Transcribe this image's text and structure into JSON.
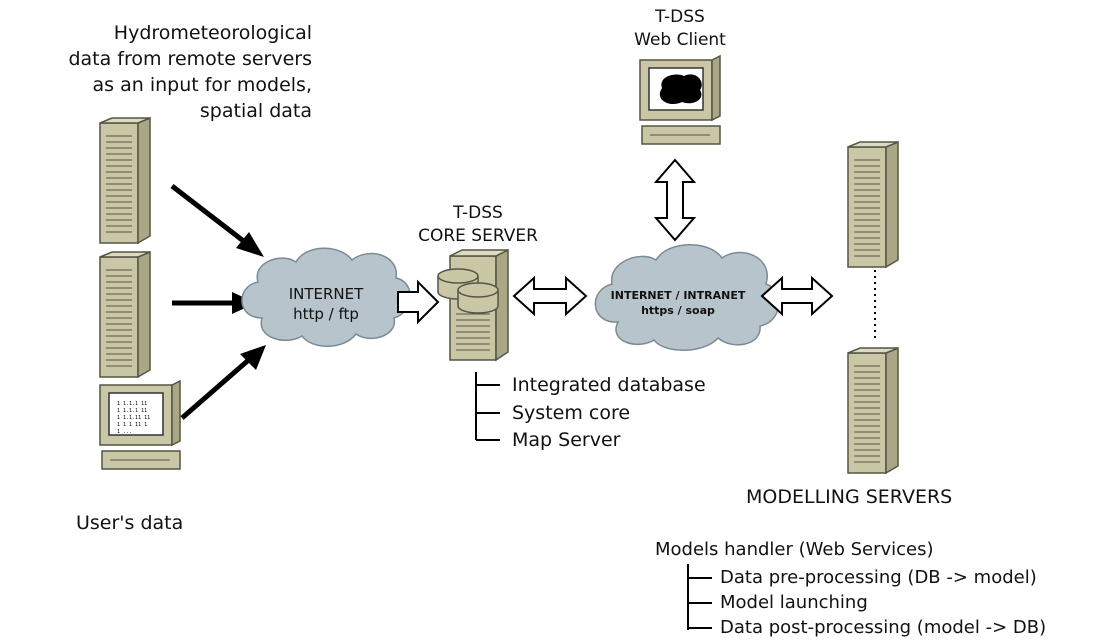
{
  "input_label": [
    "Hydrometeorological",
    "data from remote servers",
    "as an input for models,",
    "spatial data"
  ],
  "users_data": "User's data",
  "user_screen_lines": [
    "1 1.1.1 11",
    "1 1.1.1 11",
    "1 1.1.11 11",
    "1 1 1 11 1",
    "1 ..."
  ],
  "internet_cloud": {
    "line1": "INTERNET",
    "line2": "http / ftp"
  },
  "core_server": {
    "title1": "T-DSS",
    "title2": "CORE SERVER"
  },
  "core_components": [
    "Integrated database",
    "System core",
    "Map Server"
  ],
  "web_client": {
    "title1": "T-DSS",
    "title2": "Web Client"
  },
  "intranet_cloud": {
    "line1": "INTERNET / INTRANET",
    "line2": "https / soap"
  },
  "modelling": {
    "title": "MODELLING SERVERS",
    "handler": "Models handler (Web Services)",
    "steps": [
      "Data pre-processing (DB -> model)",
      "Model launching",
      "Data post-processing (model -> DB)"
    ]
  },
  "colors": {
    "server_fill": "#c9c7a6",
    "server_stroke": "#555544",
    "cloud_fill": "#b7c4cc",
    "line": "#000000"
  }
}
